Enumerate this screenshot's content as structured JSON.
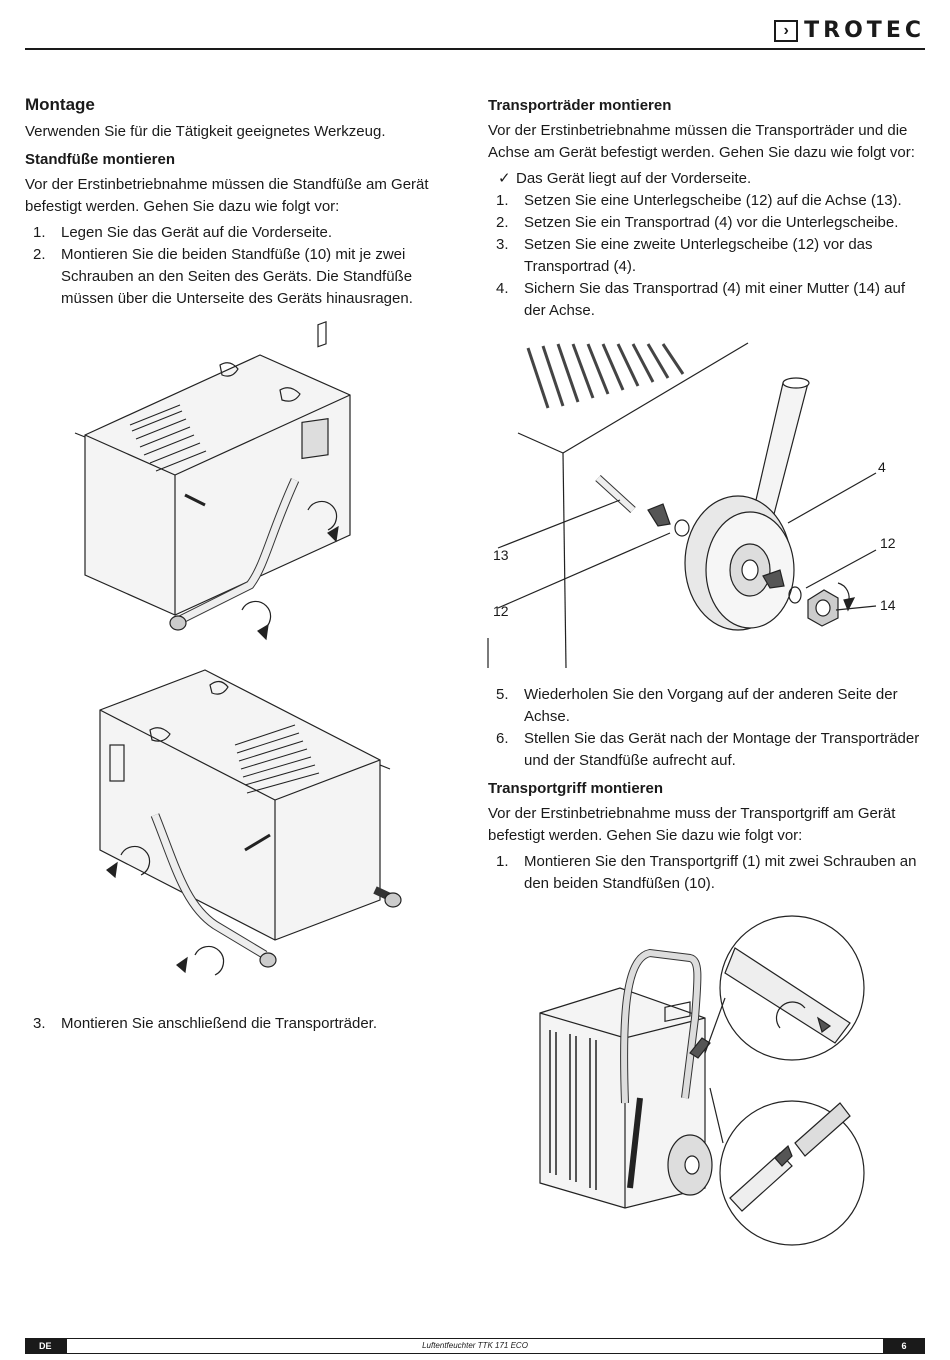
{
  "brand": {
    "logo_text": "TROTEC"
  },
  "left": {
    "heading": "Montage",
    "intro": "Verwenden Sie für die Tätigkeit geeignetes Werkzeug.",
    "sub1": "Standfüße montieren",
    "sub1_text": "Vor der Erstinbetriebnahme müssen die Standfüße am Gerät befestigt werden. Gehen Sie dazu wie folgt vor:",
    "steps": [
      {
        "n": "1.",
        "text": "Legen Sie das Gerät auf die Vorderseite."
      },
      {
        "n": "2.",
        "text": "Montieren Sie die beiden Standfüße (10) mit je zwei Schrauben an den Seiten des Geräts. Die Standfüße müssen über die Unterseite des Geräts hinausragen."
      }
    ],
    "step3": {
      "n": "3.",
      "text": "Montieren Sie anschließend die Transporträder."
    }
  },
  "right": {
    "sub1": "Transporträder montieren",
    "sub1_text": "Vor der Erstinbetriebnahme müssen die Transporträder und die Achse am Gerät befestigt werden. Gehen Sie dazu wie folgt vor:",
    "check": "Das Gerät liegt auf der Vorderseite.",
    "steps": [
      {
        "n": "1.",
        "text": "Setzen Sie eine Unterlegscheibe (12) auf die Achse (13)."
      },
      {
        "n": "2.",
        "text": "Setzen Sie ein Transportrad (4) vor die Unterlegscheibe."
      },
      {
        "n": "3.",
        "text": "Setzen Sie eine zweite Unterlegscheibe (12) vor das Transportrad (4)."
      },
      {
        "n": "4.",
        "text": "Sichern Sie das Transportrad (4) mit einer Mutter (14) auf der Achse."
      }
    ],
    "steps2": [
      {
        "n": "5.",
        "text": "Wiederholen Sie den Vorgang auf der anderen Seite der Achse."
      },
      {
        "n": "6.",
        "text": "Stellen Sie das Gerät nach der Montage der Transporträder und der Standfüße aufrecht auf."
      }
    ],
    "sub2": "Transportgriff montieren",
    "sub2_text": "Vor der Erstinbetriebnahme muss der Transportgriff am Gerät befestigt werden. Gehen Sie dazu wie folgt vor:",
    "steps3": [
      {
        "n": "1.",
        "text": "Montieren Sie den Transportgriff (1) mit zwei Schrauben an den beiden Standfüßen (10)."
      }
    ]
  },
  "wheel_labels": {
    "l4": "4",
    "l12a": "12",
    "l13": "13",
    "l12b": "12",
    "l14": "14"
  },
  "footer": {
    "lang": "DE",
    "doc": "Luftentfeuchter TTK 171 ECO",
    "page": "6"
  }
}
